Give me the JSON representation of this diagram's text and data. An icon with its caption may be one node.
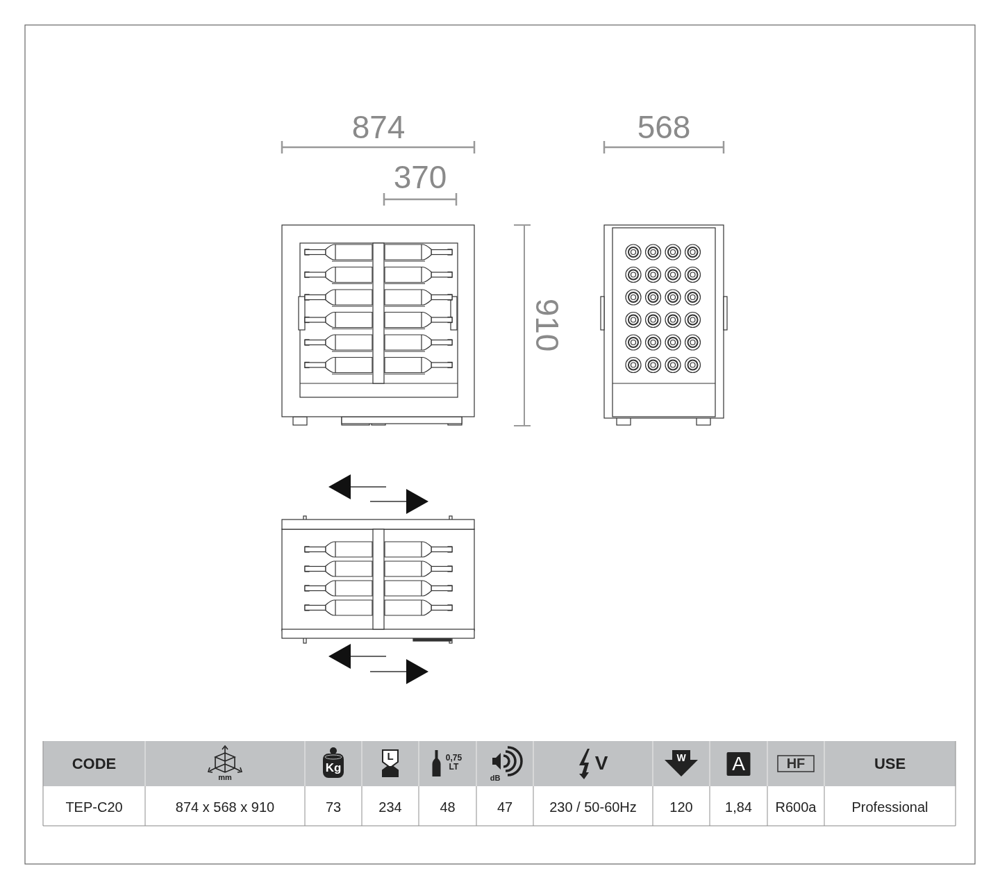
{
  "diagram": {
    "labels": [
      "874",
      "370",
      "568",
      "910",
      "CODE",
      "mm",
      "Kg",
      "L",
      "0,75",
      "LT",
      "dB",
      "V",
      "W",
      "A",
      "HF",
      "USE",
      "TEP-C20",
      "874 x 568 x 910",
      "73",
      "234",
      "48",
      "47",
      "230 / 50-60Hz",
      "120",
      "1,84",
      "R600a",
      "Professional"
    ]
  }
}
